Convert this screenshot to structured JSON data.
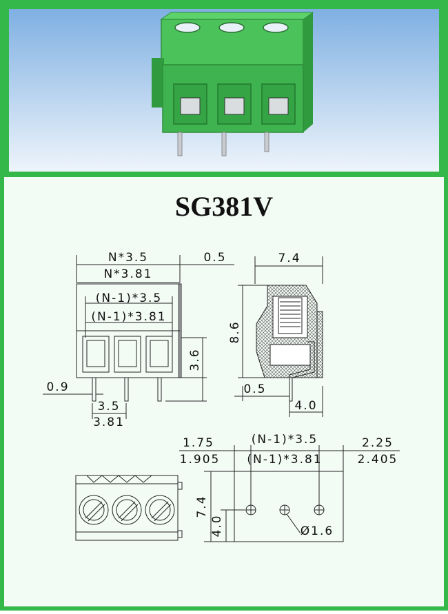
{
  "title": "SG381V",
  "colors": {
    "frame": "#35b84a",
    "panel_bg": "#f2fbf4",
    "photo_sky_top": "#7fb0e2",
    "photo_sky_bottom": "#eaf2fb",
    "connector": "#3aa846",
    "line": "#222222"
  },
  "front_view": {
    "dim_top1": "N*3.5",
    "dim_top2": "N*3.81",
    "dim_right_top": "0.5",
    "dim_mid1": "(N-1)*3.5",
    "dim_mid2": "(N-1)*3.81",
    "dim_right": "3.6",
    "dim_left_pin": "0.9",
    "dim_pin_pitch1": "3.5",
    "dim_pin_pitch2": "3.81"
  },
  "side_view": {
    "dim_width": "7.4",
    "dim_height": "8.6",
    "dim_bottom_left": "0.5",
    "dim_bottom_right": "4.0"
  },
  "pcb_view": {
    "dim_left1": "1.75",
    "dim_left2": "1.905",
    "dim_mid1": "(N-1)*3.5",
    "dim_mid2": "(N-1)*3.81",
    "dim_right1": "2.25",
    "dim_right2": "2.405",
    "dim_height": "7.4",
    "dim_hole_offset": "4.0",
    "dim_hole_dia": "Ø1.6"
  }
}
